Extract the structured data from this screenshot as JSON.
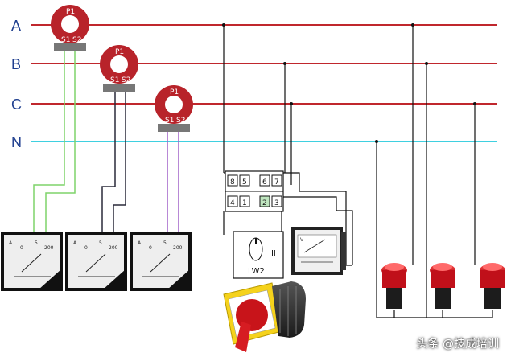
{
  "buses": [
    {
      "label": "A",
      "color": "#c0272d"
    },
    {
      "label": "B",
      "color": "#c0272d"
    },
    {
      "label": "C",
      "color": "#c0272d"
    },
    {
      "label": "N",
      "color": "#3fd0e0"
    }
  ],
  "ct": {
    "primary": "P1",
    "s1": "S1",
    "s2": "S2"
  },
  "terminals": {
    "top": [
      "8",
      "5",
      "6",
      "7"
    ],
    "bottom": [
      "4",
      "1",
      "2",
      "3"
    ]
  },
  "switch": {
    "name": "LW2",
    "left": "I",
    "right": "III"
  },
  "ammeter": {
    "unit": "A",
    "scale": [
      "0",
      "5",
      "200"
    ]
  },
  "voltmeter": {
    "unit": "V"
  },
  "watermark": "头条 @技成培训",
  "colors": {
    "phase": "#c0272d",
    "neutral": "#3fd0e0",
    "ct_wire_a": "#7fd36a",
    "ct_wire_b": "#2a2a3a",
    "ct_wire_c": "#a060c8",
    "ct_core": "#b8232a",
    "lamp": "#d0121a"
  }
}
